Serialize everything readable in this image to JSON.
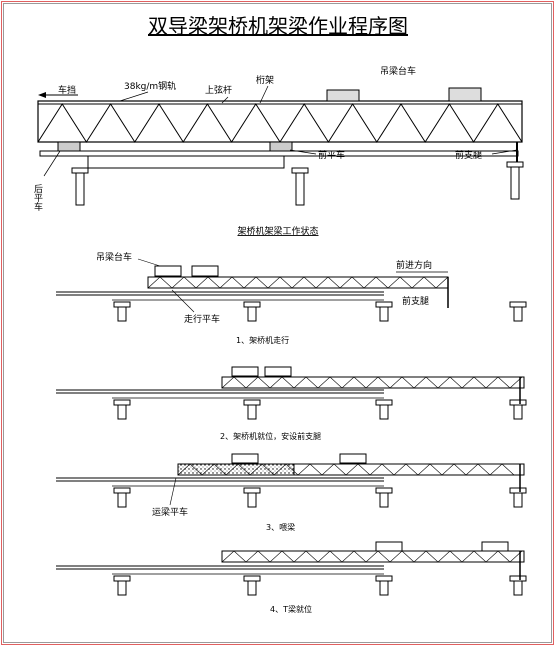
{
  "title": "双导梁架桥机架梁作业程序图",
  "top_labels": {
    "stopper": "车挡",
    "rail": "38kg/m钢轨",
    "upper_chord": "上弦杆",
    "truss": "桁架",
    "crane_trolley": "吊梁台车",
    "front_flat_car": "前平车",
    "front_leg": "前支腿",
    "rear_flat_car": "后平车"
  },
  "section_title": "架桥机架梁工作状态",
  "step1_labels": {
    "crane_trolley": "吊梁台车",
    "direction": "前进方向",
    "front_leg": "前支腿",
    "walk_car": "走行平车"
  },
  "step3_labels": {
    "transport_car": "运梁平车"
  },
  "captions": {
    "c1": "1、架桥机走行",
    "c2": "2、架桥机就位，安设前支腿",
    "c3": "3、喂梁",
    "c4": "4、T梁就位"
  },
  "colors": {
    "frame_outer": "#e06060",
    "frame_inner": "#9a9a9a",
    "ink": "#000000"
  }
}
